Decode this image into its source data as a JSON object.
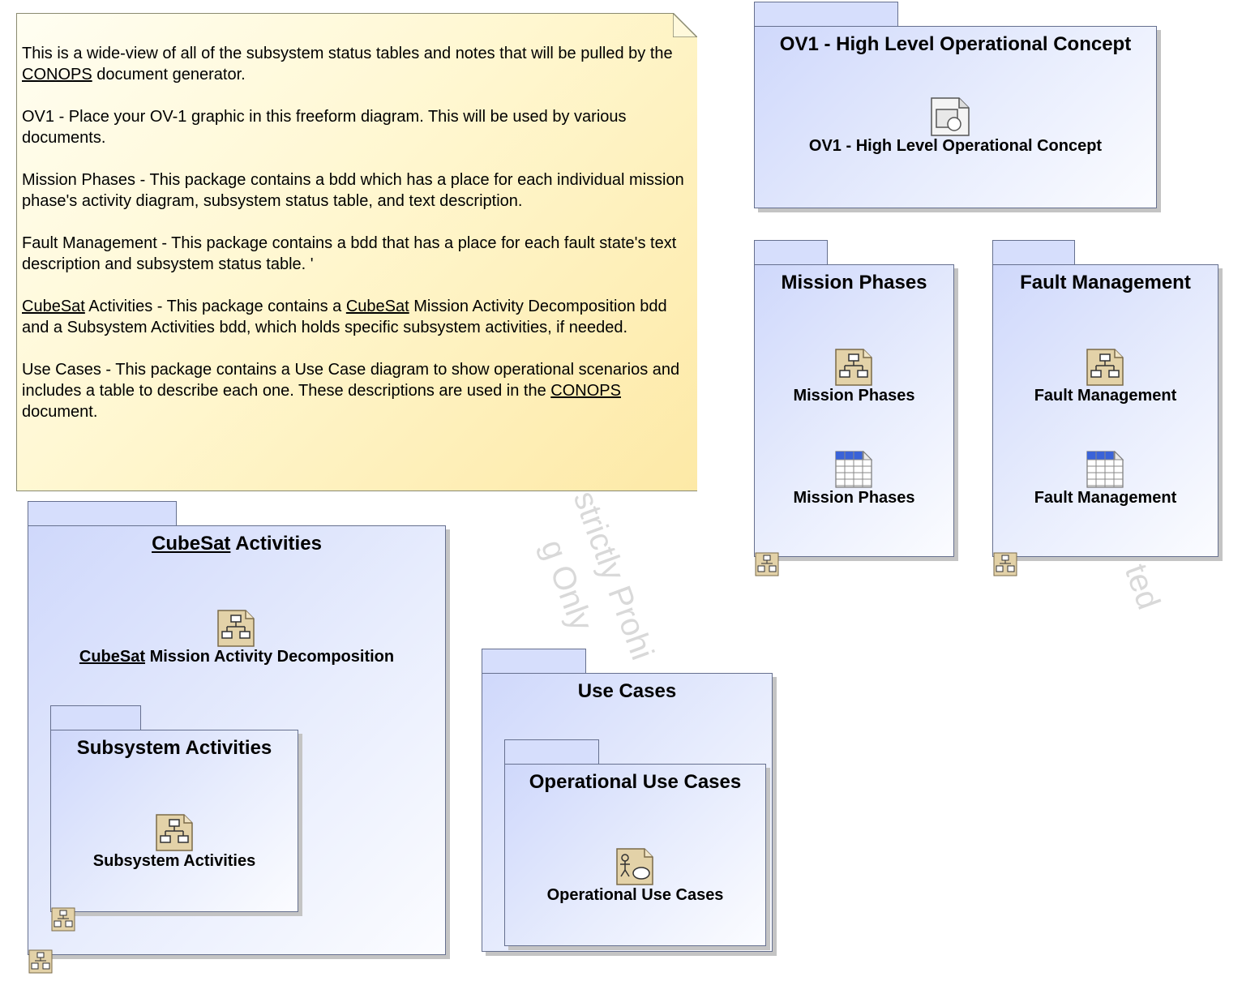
{
  "note": {
    "paragraphs": [
      {
        "parts": [
          {
            "text": "This is a wide-view of all of the subsystem status tables and notes that will be pulled by the "
          },
          {
            "text": "CONOPS",
            "u": true
          },
          {
            "text": " document generator."
          }
        ]
      },
      {
        "parts": [
          {
            "text": "OV1 - Place your OV-1 graphic in this freeform diagram. This will be used by various documents."
          }
        ]
      },
      {
        "parts": [
          {
            "text": "Mission Phases - This package contains a bdd which has a place for each individual mission phase's activity diagram, subsystem status table, and text description."
          }
        ]
      },
      {
        "parts": [
          {
            "text": "Fault Management - This package contains a bdd that has a place for each fault state's text description and subsystem status table. '"
          }
        ]
      },
      {
        "parts": [
          {
            "text": "CubeSat",
            "u": true
          },
          {
            "text": " Activities - This package contains a "
          },
          {
            "text": "CubeSat",
            "u": true
          },
          {
            "text": " Mission Activity Decomposition bdd and a Subsystem Activities bdd, which holds specific subsystem activities, if needed."
          }
        ]
      },
      {
        "parts": [
          {
            "text": "Use Cases - This package contains a Use Case diagram to show operational scenarios and includes a table to describe each one. These descriptions are used in the "
          },
          {
            "text": "CONOPS",
            "u": true
          },
          {
            "text": " document."
          }
        ]
      }
    ]
  },
  "packages": {
    "ov1": {
      "title": "OV1 - High Level Operational Concept",
      "item": "OV1 - High Level Operational Concept",
      "item_icon": "freeform-diagram-icon"
    },
    "mission_phases": {
      "title": "Mission Phases",
      "item1": "Mission Phases",
      "item1_icon": "bdd-diagram-icon",
      "item2": "Mission Phases",
      "item2_icon": "table-icon"
    },
    "fault_management": {
      "title": "Fault Management",
      "item1": "Fault Management",
      "item1_icon": "bdd-diagram-icon",
      "item2": "Fault Management",
      "item2_icon": "table-icon"
    },
    "cubesat_activities": {
      "title_u": "CubeSat",
      "title_rest": " Activities",
      "item_u": "CubeSat",
      "item_rest": " Mission Activity Decomposition",
      "item_icon": "bdd-diagram-icon"
    },
    "subsystem_activities": {
      "title": "Subsystem Activities",
      "item": "Subsystem Activities",
      "item_icon": "bdd-diagram-icon"
    },
    "use_cases": {
      "title": "Use Cases"
    },
    "operational_use_cases": {
      "title": "Operational Use Cases",
      "item": "Operational Use Cases",
      "item_icon": "use-case-diagram-icon"
    }
  },
  "watermark": {
    "lines": [
      "g Only",
      "strictly Prohi",
      "ted"
    ]
  },
  "colors": {
    "package_fill": "#d6defc",
    "package_border": "#66708f",
    "note_fill": "#fff7d0",
    "icon_tan": "#e3d2a8"
  }
}
